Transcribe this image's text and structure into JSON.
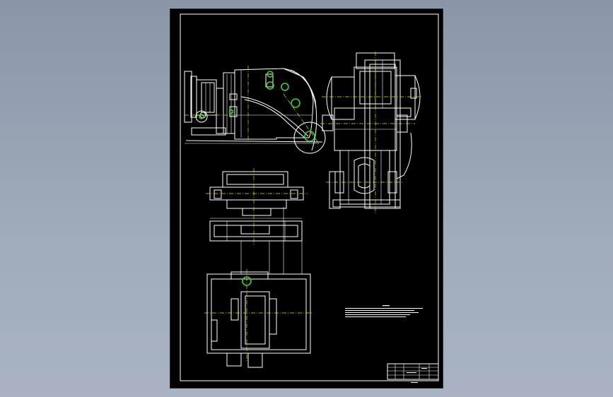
{
  "drawing": {
    "background": "#000000",
    "line_color": "#ffffff",
    "centerline_color": "#e8e000",
    "hole_color": "#39d339"
  },
  "views": [
    "top-right-elevation",
    "right-side-view",
    "lower-plan-view",
    "lower-elevation-view"
  ]
}
